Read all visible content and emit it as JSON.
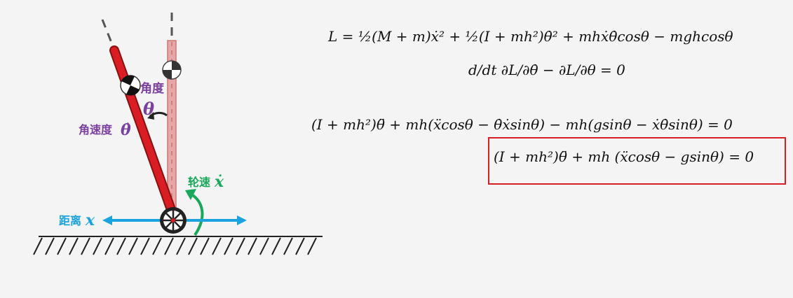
{
  "labels": {
    "angle": "角度",
    "angle_symbol": "θ",
    "angular_velocity": "角速度",
    "angular_velocity_symbol": "θ̇",
    "wheel_speed": "轮速",
    "wheel_speed_symbol": "ẋ",
    "distance": "距离",
    "distance_symbol": "x"
  },
  "equations": [
    "L = ½(M + m)ẋ² + ½(I + mh²)θ̇² + mhẋθ̇cosθ − mghcosθ",
    "d/dt ∂L/∂θ̇ − ∂L/∂θ = 0",
    "(I + mh²)θ̈ + mh(ẍcosθ − θ̇ẋsinθ) − mh(gsinθ − ẋθ̇sinθ) = 0",
    "(I + mh²)θ̈ + mh (ẍcosθ − gsinθ) = 0"
  ],
  "colors": {
    "pendulum": "#d81e24",
    "reference_pole": "#e8a7a7",
    "angle_label": "#7b3fa0",
    "wheel_speed_label": "#19a85a",
    "distance_label": "#1aa3df",
    "highlight_box": "#d81e24"
  }
}
